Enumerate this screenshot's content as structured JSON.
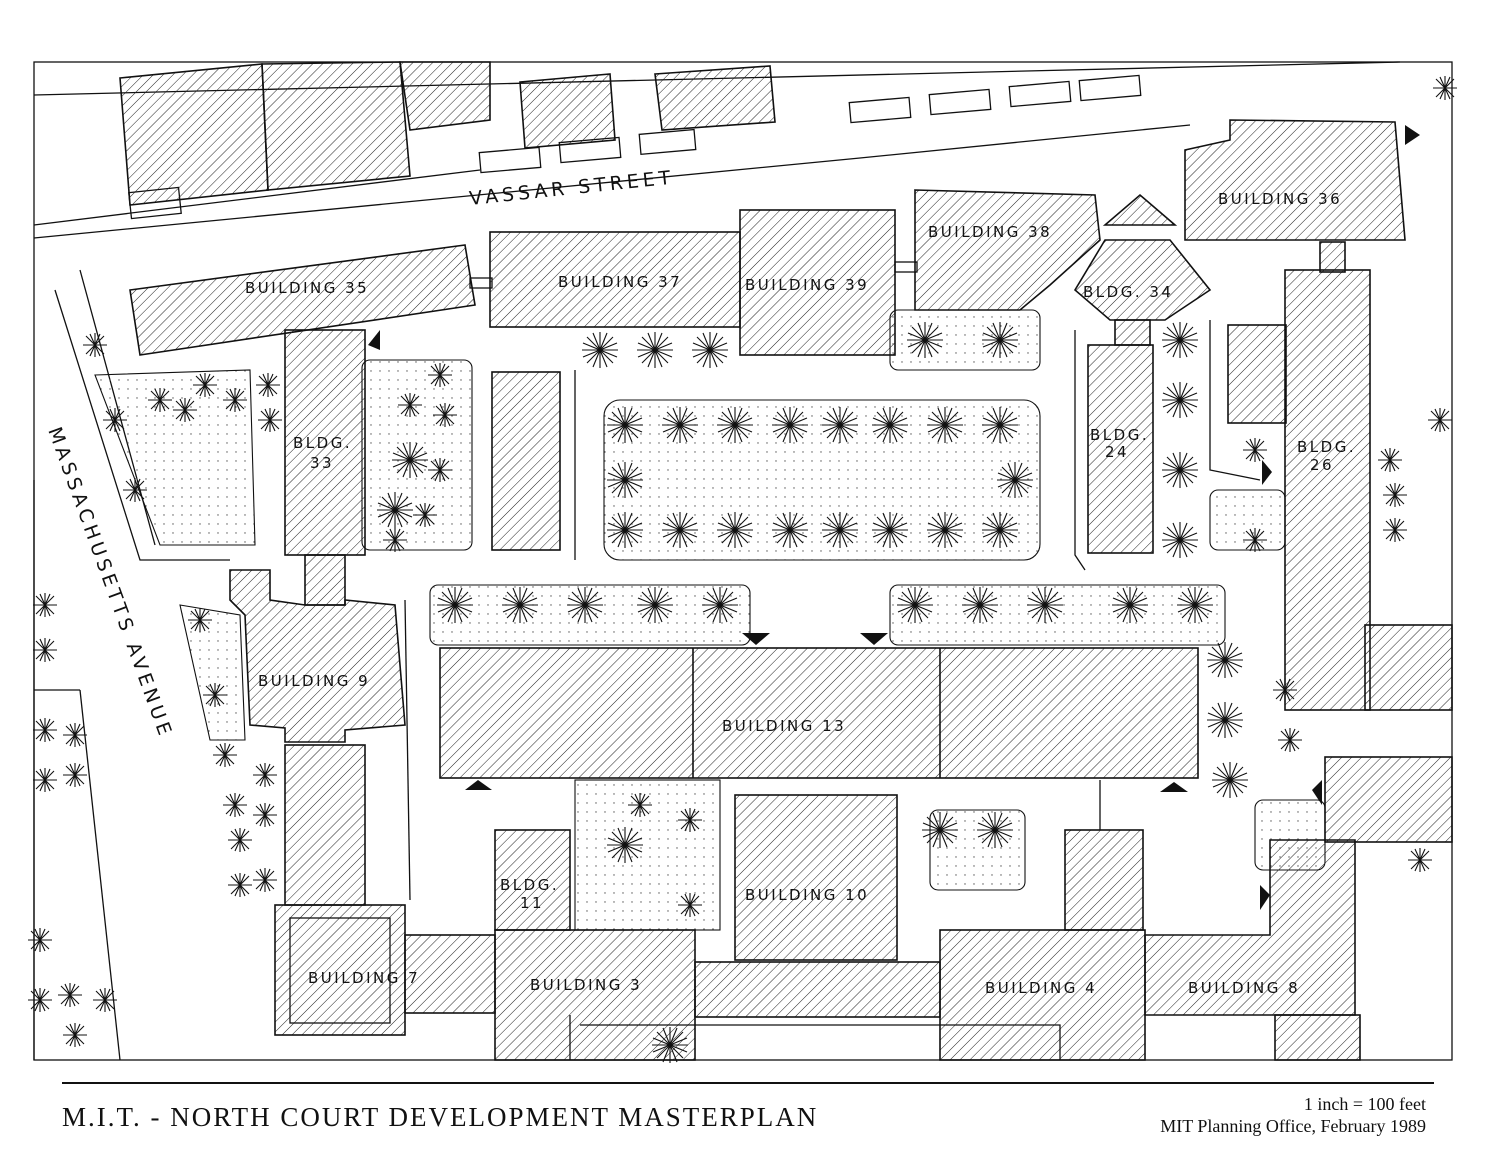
{
  "map": {
    "streets": {
      "vassar": "VASSAR STREET",
      "massachusetts": "MASSACHUSETTS AVENUE"
    },
    "buildings": {
      "b35": "BUILDING 35",
      "b37": "BUILDING 37",
      "b39": "BUILDING 39",
      "b38": "BUILDING 38",
      "b36": "BUILDING 36",
      "b34": "BLDG. 34",
      "b33_l1": "BLDG.",
      "b33_l2": "33",
      "b24_l1": "BLDG.",
      "b24_l2": "24",
      "b26_l1": "BLDG.",
      "b26_l2": "26",
      "b9": "BUILDING 9",
      "b13": "BUILDING 13",
      "b11_l1": "BLDG.",
      "b11_l2": "11",
      "b10": "BUILDING 10",
      "b7": "BUILDING 7",
      "b3": "BUILDING 3",
      "b4": "BUILDING 4",
      "b8": "BUILDING 8"
    }
  },
  "title_block": {
    "title": "M.I.T.  -  NORTH COURT DEVELOPMENT MASTERPLAN",
    "scale": "1 inch = 100 feet",
    "credit": "MIT Planning Office,  February 1989"
  }
}
